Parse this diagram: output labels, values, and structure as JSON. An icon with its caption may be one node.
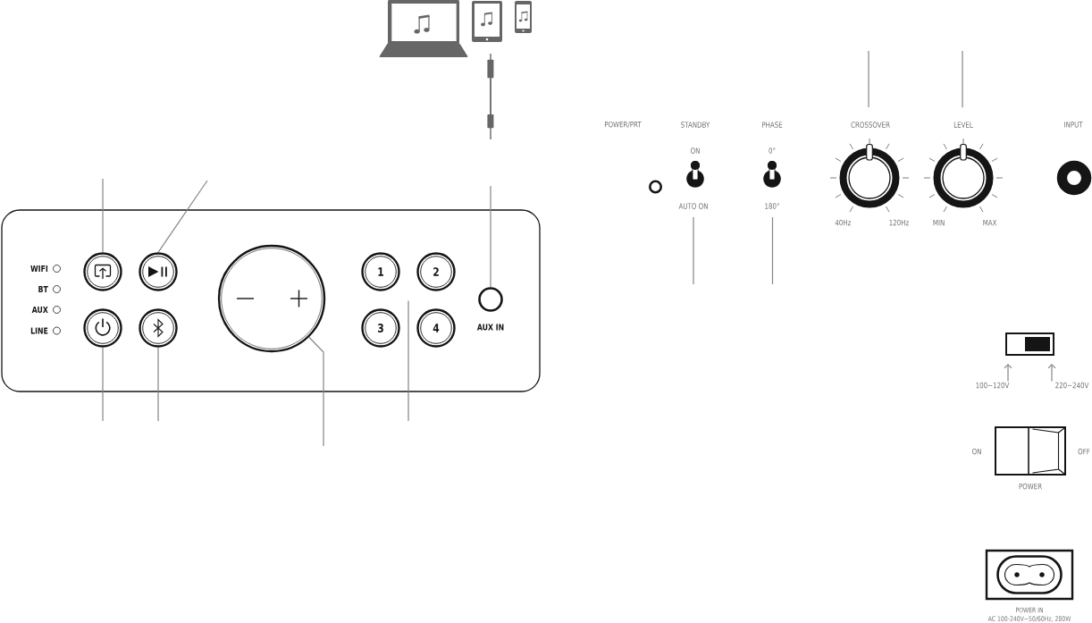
{
  "diagram": {
    "nodes": [
      {
        "text": [],
        "shape": "box"
      },
      {
        "text": [],
        "shape": "circle",
        "in": 0
      },
      {
        "text": [],
        "shape": "circle",
        "in": 0
      },
      {
        "text": [],
        "shape": "circle",
        "in": 0
      },
      {
        "text": [],
        "shape": "circle",
        "in": 0
      },
      {
        "text": [],
        "shape": "circle",
        "in": 0
      },
      {
        "text": [
          "1"
        ],
        "in": 0
      },
      {
        "text": [
          "2"
        ],
        "in": 0
      },
      {
        "text": [
          "3"
        ],
        "in": 0
      },
      {
        "text": [
          "4"
        ],
        "in": 0
      },
      {
        "text": [
          "AUX IN"
        ],
        "in": 0
      },
      {
        "text": [
          "STANDBY",
          "ON",
          "AUTO ON"
        ]
      },
      {
        "text": [
          "PHASE",
          "0°",
          "180°"
        ]
      },
      {
        "text": [
          "CROSSOVER",
          "40Hz",
          "120Hz"
        ]
      },
      {
        "text": [
          "LEVEL",
          "MIN",
          "MAX"
        ]
      },
      {
        "text": [
          "INPUT"
        ]
      },
      {
        "text": [],
        "shape": "box"
      },
      {
        "text": [
          "100∼120V"
        ]
      },
      {
        "text": [
          "220∼240V"
        ]
      },
      {
        "text": [
          "ON",
          "OFF",
          "POWER"
        ]
      },
      {
        "text": [
          "POWER IN",
          "AC 100-240V∼50/60Hz, 280W"
        ]
      }
    ],
    "edges": [
      {
        "from": null,
        "to": 1,
        "arrow": "none"
      },
      {
        "from": null,
        "to": 2,
        "arrow": "none"
      },
      {
        "from": null,
        "to": 3,
        "arrow": "none"
      },
      {
        "from": null,
        "to": 4,
        "arrow": "none"
      },
      {
        "from": null,
        "to": 5,
        "arrow": "none"
      },
      {
        "from": null,
        "to": 0,
        "arrow": "none"
      },
      {
        "from": null,
        "to": 10,
        "arrow": "none"
      },
      {
        "from": null,
        "to": 13,
        "arrow": "none"
      },
      {
        "from": null,
        "to": 14,
        "arrow": "none"
      },
      {
        "from": null,
        "to": 11,
        "arrow": "none"
      },
      {
        "from": null,
        "to": 12,
        "arrow": "none"
      },
      {
        "from": 17,
        "to": 16,
        "arrow": "to"
      },
      {
        "from": 18,
        "to": 16,
        "arrow": "to"
      }
    ],
    "labels": [
      "POWER/PRT",
      "WIFI",
      "BT",
      "AUX",
      "LINE"
    ]
  }
}
